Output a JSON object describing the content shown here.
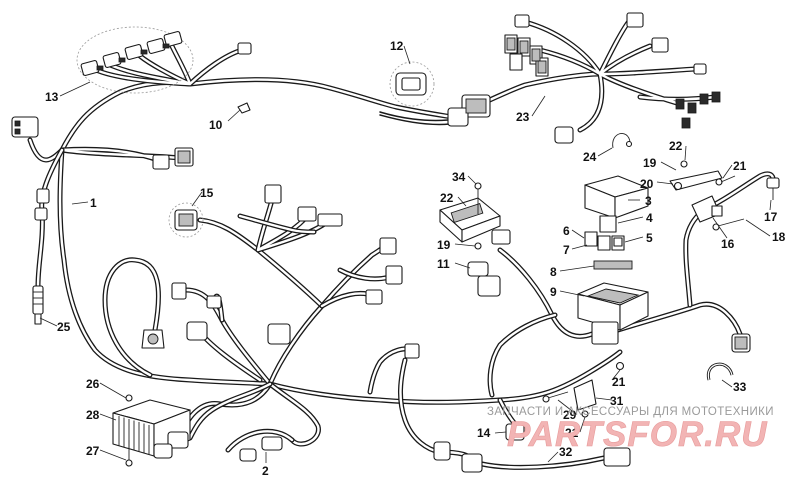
{
  "diagram": {
    "callouts": [
      "1",
      "2",
      "3",
      "4",
      "5",
      "6",
      "7",
      "8",
      "9",
      "10",
      "11",
      "12",
      "13",
      "14",
      "15",
      "16",
      "17",
      "18",
      "19",
      "19",
      "20",
      "21",
      "21",
      "22",
      "22",
      "23",
      "24",
      "25",
      "26",
      "27",
      "28",
      "29",
      "30",
      "31",
      "32",
      "33",
      "34"
    ]
  },
  "watermark": {
    "tagline": "ЗАПЧАСТИ И АКСЕССУАРЫ ДЛЯ МОТОТЕХНИКИ",
    "logo": "PARTSFOR.RU"
  }
}
